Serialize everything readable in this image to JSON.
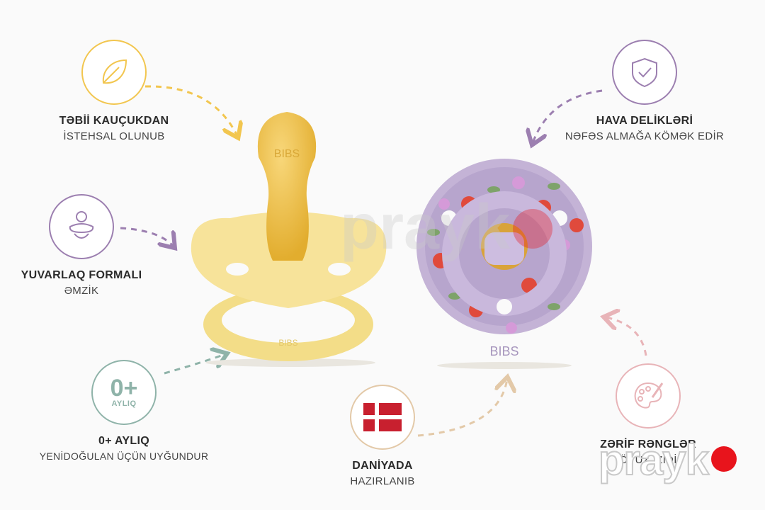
{
  "features": {
    "natural_rubber": {
      "title": "TƏBİİ KAUÇUKDAN",
      "subtitle": "İSTEHSAL OLUNUB",
      "icon": "leaf-icon",
      "color": "#f2c64f"
    },
    "round_shape": {
      "title": "YUVARLAQ FORMALI",
      "subtitle": "ƏMZİK",
      "icon": "pacifier-icon",
      "color": "#9c7fb0"
    },
    "age": {
      "badge_main": "0+",
      "badge_sub": "AYLIQ",
      "title": "0+ AYLIQ",
      "subtitle": "YENİDOĞULAN ÜÇÜN UYĞUNDUR",
      "icon": "age-badge",
      "color": "#8fb3a9"
    },
    "air_holes": {
      "title": "HAVA DELİKLƏRİ",
      "subtitle": "NƏFƏS ALMAĞA KÖMƏK EDİR",
      "icon": "shield-check-icon",
      "color": "#9c7fb0"
    },
    "denmark": {
      "title": "DANİYADA",
      "subtitle": "HAZIRLANIB",
      "icon": "denmark-flag-icon",
      "color": "#e3c9a8"
    },
    "colors": {
      "title": "ZƏRİF RƏNGLƏR",
      "subtitle": "ÖVÜZ İZİDİ",
      "icon": "palette-icon",
      "color": "#e8b4b8"
    }
  },
  "products": {
    "yellow_pacifier": {
      "brand": "BIBS",
      "shield_color": "#f7e39a",
      "nipple_color": "#f0c24a"
    },
    "floral_pacifier": {
      "brand": "BIBS",
      "shield_color": "#c4b3d6"
    }
  },
  "watermark": {
    "text": "prayk"
  }
}
